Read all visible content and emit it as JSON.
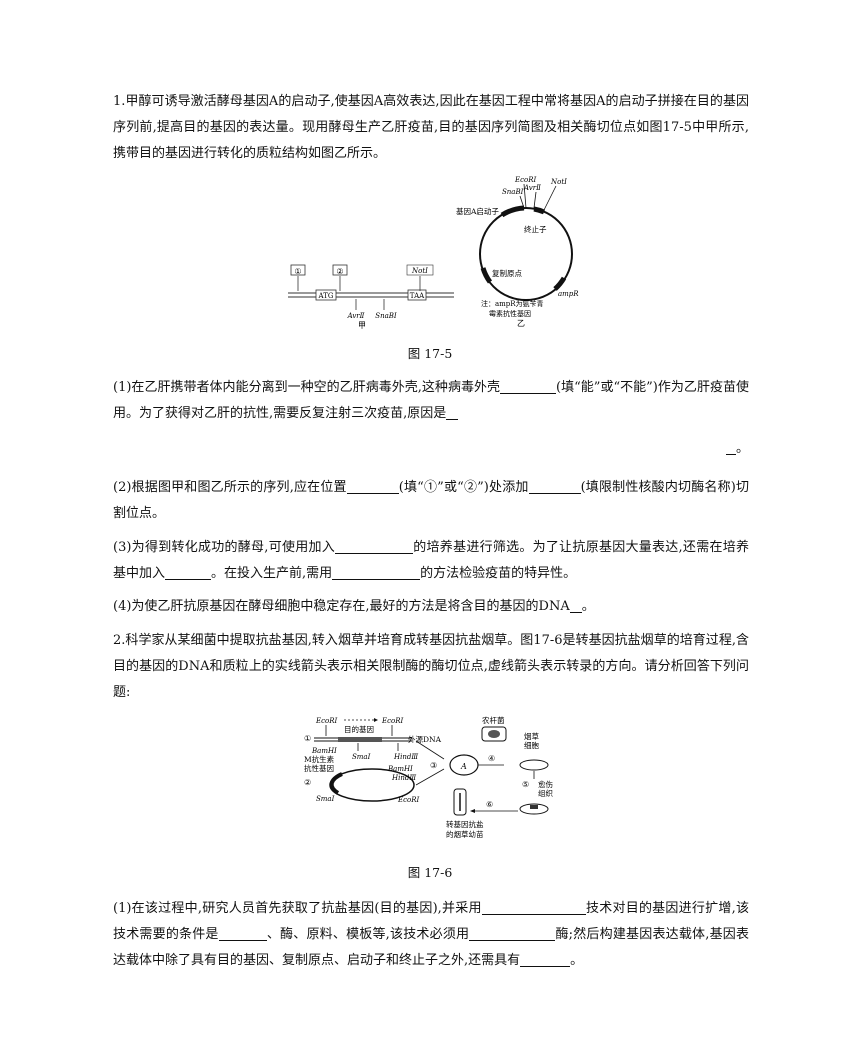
{
  "q1": {
    "intro": "1.甲醇可诱导激活酵母基因A的启动子,使基因A高效表达,因此在基因工程中常将基因A的启动子拼接在目的基因序列前,提高目的基因的表达量。现用酵母生产乙肝疫苗,目的基因序列简图及相关酶切位点如图17-5中甲所示,携带目的基因进行转化的质粒结构如图乙所示。",
    "figure": {
      "caption": "图 17-5",
      "jia": {
        "label_circle1": "①",
        "label_circle2": "②",
        "atg": "ATG",
        "taa": "TAA",
        "avr": "AvrⅡ",
        "snab": "SnaBⅠ",
        "not": "NotⅠ",
        "name": "甲"
      },
      "yi": {
        "ecor": "EcoRⅠ",
        "snab": "SnaBⅠ",
        "avr": "AvrⅡ",
        "not": "NotⅠ",
        "promoter": "基因A启动子",
        "terminator": "终止子",
        "origin": "复制原点",
        "amp": "ampR",
        "note1": "注：ampR为氨苄青",
        "note2": "霉素抗性基因",
        "name": "乙"
      }
    },
    "p1_a": "(1)在乙肝携带者体内能分离到一种空的乙肝病毒外壳,这种病毒外壳",
    "p1_b": "(填“能”或“不能”)作为乙肝疫苗使用。为了获得对乙肝的抗性,需要反复注射三次疫苗,原因是",
    "p1_end": "。",
    "p2_a": "(2)根据图甲和图乙所示的序列,应在位置",
    "p2_b": "(填“①”或“②”)处添加",
    "p2_c": "(填限制性核酸内切酶名称)切割位点。",
    "p3_a": "(3)为得到转化成功的酵母,可使用加入",
    "p3_b": "的培养基进行筛选。为了让抗原基因大量表达,还需在培养基中加入",
    "p3_c": "。在投入生产前,需用",
    "p3_d": "的方法检验疫苗的特异性。",
    "p4_a": "(4)为使乙肝抗原基因在酵母细胞中稳定存在,最好的方法是将含目的基因的DNA",
    "p4_end": "。"
  },
  "q2": {
    "intro": "2.科学家从某细菌中提取抗盐基因,转入烟草并培育成转基因抗盐烟草。图17-6是转基因抗盐烟草的培育过程,含目的基因的DNA和质粒上的实线箭头表示相关限制酶的酶切位点,虚线箭头表示转录的方向。请分析回答下列问题:",
    "figure": {
      "caption": "图 17-6",
      "ecor1": "EcoRⅠ",
      "ecor2": "EcoRⅠ",
      "ecor3": "EcoRⅠ",
      "target_gene": "目的基因",
      "foreign_dna": "外源DNA",
      "smai1": "SmaⅠ",
      "smai2": "SmaⅠ",
      "hind1": "HindⅢ",
      "hind2": "HindⅢ",
      "bamh1": "BamHⅠ",
      "bamh2": "BamHⅠ",
      "m_resist_1": "M抗生素",
      "m_resist_2": "抗性基因",
      "agro": "农杆菌",
      "tobacco_1": "烟草",
      "tobacco_2": "细胞",
      "callus_1": "愈伤",
      "callus_2": "组织",
      "seedling_1": "转基因抗盐",
      "seedling_2": "的烟草幼苗",
      "a": "A",
      "s1": "①",
      "s2": "②",
      "s3": "③",
      "s4": "④",
      "s5": "⑤",
      "s6": "⑥"
    },
    "p1_a": "(1)在该过程中,研究人员首先获取了抗盐基因(目的基因),并采用",
    "p1_b": "技术对目的基因进行扩增,该技术需要的条件是",
    "p1_c": "、酶、原料、模板等,该技术必须用",
    "p1_d": "酶;然后构建基因表达载体,基因表达载体中除了具有目的基因、复制原点、启动子和终止子之外,还需具有",
    "p1_end": "。"
  }
}
